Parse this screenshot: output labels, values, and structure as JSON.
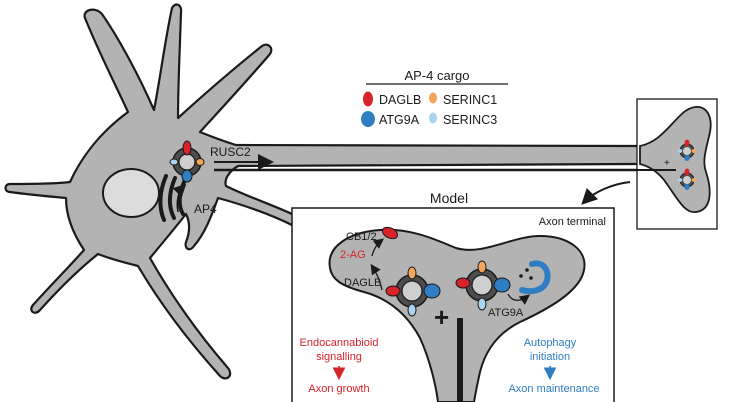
{
  "legend": {
    "title": "AP-4 cargo",
    "items": [
      {
        "label": "DAGLB",
        "color": "#d8232a"
      },
      {
        "label": "SERINC1",
        "color": "#f5a65b"
      },
      {
        "label": "ATG9A",
        "color": "#2f7ec3"
      },
      {
        "label": "SERINC3",
        "color": "#a9d3ee"
      }
    ]
  },
  "neuron": {
    "rusc2_label": "RUSC2",
    "ap4_label": "AP4",
    "plus_symbol": "+"
  },
  "model": {
    "title": "Model",
    "subtitle": "Axon terminal",
    "cb12_label": "CB1/2",
    "two_ag_label": "2-AG",
    "daglb_label": "DAGLB",
    "atg9a_label": "ATG9A",
    "plus_symbol": "+",
    "left_outcome": {
      "top": "Endocannabioid",
      "middle": "signalling",
      "bottom": "Axon growth"
    },
    "right_outcome": {
      "top": "Autophagy",
      "middle": "initiation",
      "bottom": "Axon maintenance"
    }
  },
  "colors": {
    "red": "#d8232a",
    "blue": "#2f7ec3",
    "orange": "#f5a65b",
    "light_blue": "#a9d3ee",
    "cell_fill": "#b3b3b3",
    "outline": "#1a1a1a"
  }
}
